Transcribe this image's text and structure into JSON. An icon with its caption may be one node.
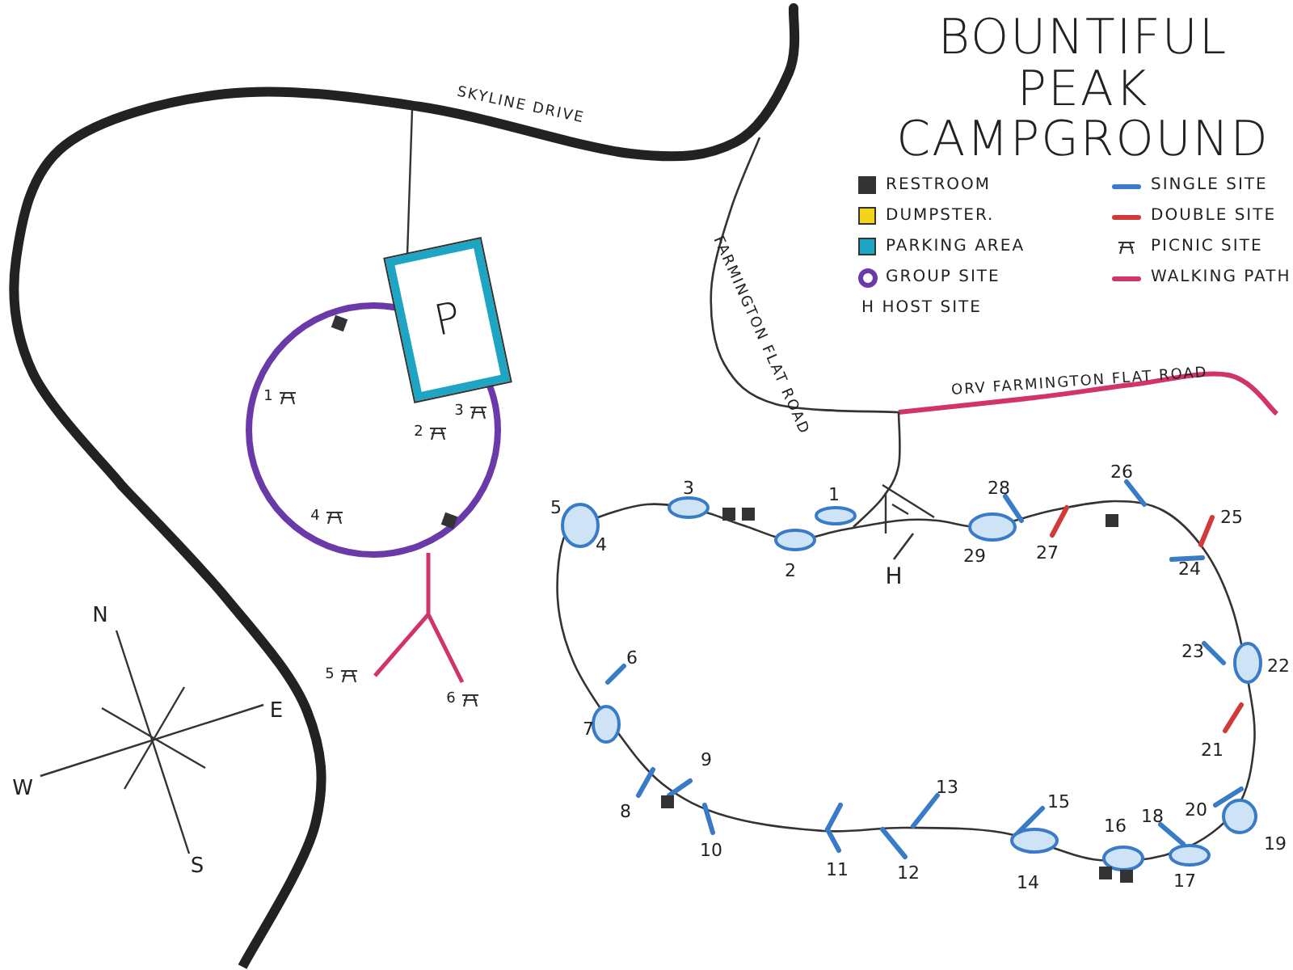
{
  "diagram": {
    "title": "BOUNTIFUL PEAK CAMPGROUND",
    "nodes": [
      {
        "text": [
          "P"
        ]
      }
    ],
    "edges": [],
    "labels": [
      "SKYLINE DRIVE",
      "FARMINGTON FLAT ROAD",
      "ORV FARMINGTON FLAT ROAD",
      "1",
      "2",
      "3",
      "4",
      "5",
      "6",
      "1",
      "2",
      "3",
      "4",
      "5",
      "6",
      "7",
      "8",
      "9",
      "10",
      "11",
      "12",
      "13",
      "14",
      "15",
      "16",
      "17",
      "18",
      "19",
      "20",
      "21",
      "22",
      "23",
      "24",
      "25",
      "26",
      "27",
      "28",
      "29",
      "H",
      "N",
      "E",
      "W",
      "S"
    ],
    "legend": [
      {
        "text": "RESTROOM",
        "color": "#333333"
      },
      {
        "text": "DUMPSTER.",
        "color": "#f2d51b"
      },
      {
        "text": "PARKING AREA",
        "color": "#1ea5c4"
      },
      {
        "text": "GROUP SITE"
      },
      {
        "text": "H HOST SITE"
      },
      {
        "text": "SINGLE SITE"
      },
      {
        "text": "DOUBLE SITE"
      },
      {
        "text": "PICNIC SITE"
      },
      {
        "text": "WALKING PATH"
      }
    ]
  }
}
